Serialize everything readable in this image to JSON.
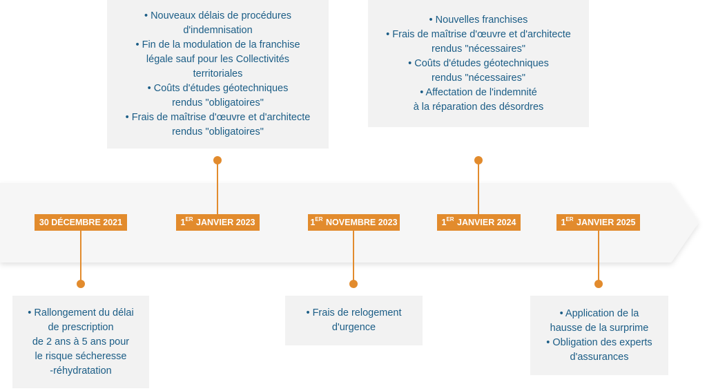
{
  "colors": {
    "accent": "#e28b2d",
    "text": "#1b5d86",
    "box_bg": "#f2f2f2",
    "band": "#f5f5f5"
  },
  "milestones": [
    {
      "date_num": "30 DÉCEMBRE 2021",
      "date_sup": "",
      "date_rest": "",
      "items": [
        [
          "• Rallongement du délai",
          "de prescription",
          "de 2 ans à 5 ans pour",
          "le risque sécheresse",
          "-réhydratation"
        ]
      ]
    },
    {
      "date_num": "1",
      "date_sup": "ER",
      "date_rest": " JANVIER 2023",
      "items": [
        [
          "• Nouveaux délais de procédures",
          "d'indemnisation"
        ],
        [
          "• Fin de la modulation de la franchise",
          "légale sauf pour les Collectivités",
          "territoriales"
        ],
        [
          "• Coûts d'études géotechniques",
          "rendus \"obligatoires\""
        ],
        [
          "• Frais de maîtrise d'œuvre et d'architecte",
          "rendus \"obligatoires\""
        ]
      ]
    },
    {
      "date_num": "1",
      "date_sup": "ER",
      "date_rest": " NOVEMBRE 2023",
      "items": [
        [
          "• Frais de relogement",
          "d'urgence"
        ]
      ]
    },
    {
      "date_num": "1",
      "date_sup": "ER",
      "date_rest": " JANVIER 2024",
      "items": [
        [
          "• Nouvelles franchises"
        ],
        [
          "• Frais de maîtrise d'œuvre et d'architecte",
          "rendus \"nécessaires\""
        ],
        [
          "• Coûts d'études géotechniques",
          "rendus \"nécessaires\""
        ],
        [
          "• Affectation de l'indemnité",
          "à la réparation des désordres"
        ]
      ]
    },
    {
      "date_num": "1",
      "date_sup": "ER",
      "date_rest": " JANVIER 2025",
      "items": [
        [
          "• Application de la",
          "hausse de la surprime"
        ],
        [
          "• Obligation des experts",
          "d'assurances"
        ]
      ]
    }
  ]
}
